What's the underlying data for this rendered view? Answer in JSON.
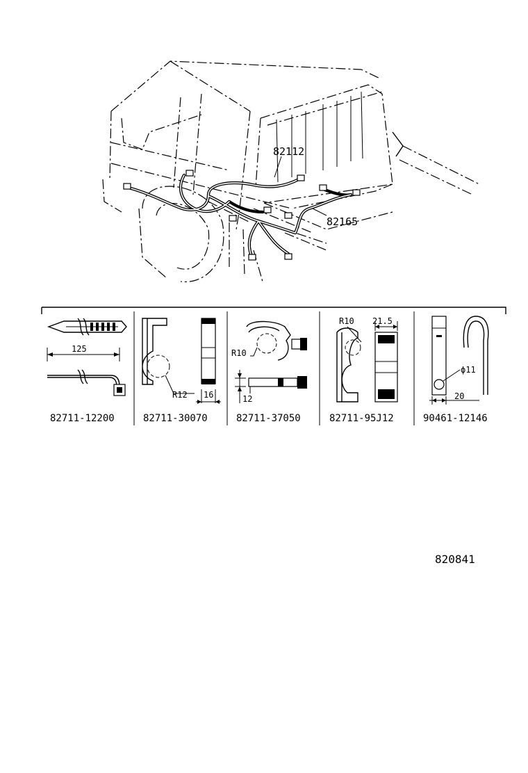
{
  "callouts": {
    "harness_upper": "82112",
    "harness_lower": "82165"
  },
  "parts": [
    {
      "part_number": "82711-12200",
      "dimensions": [
        "125"
      ]
    },
    {
      "part_number": "82711-30070",
      "dimensions": [
        "R12",
        "16"
      ]
    },
    {
      "part_number": "82711-37050",
      "dimensions": [
        "R10",
        "12"
      ]
    },
    {
      "part_number": "82711-95J12",
      "dimensions": [
        "R10",
        "21.5"
      ]
    },
    {
      "part_number": "90461-12146",
      "dimensions": [
        "ϕ11",
        "20"
      ]
    }
  ],
  "diagram_id": "820841"
}
